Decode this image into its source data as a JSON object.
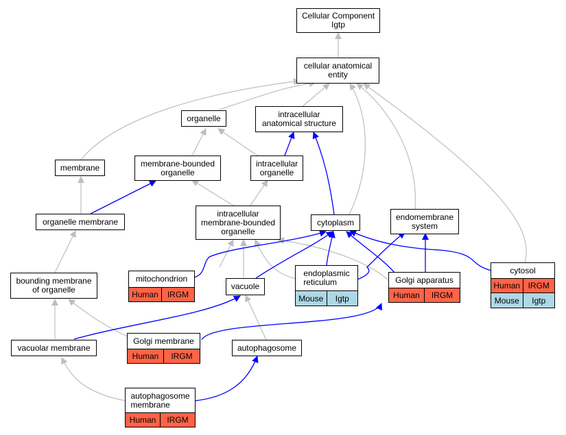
{
  "nodes": {
    "root": "Cellular Component\nIgtp",
    "cae": "cellular anatomical\nentity",
    "organelle": "organelle",
    "ias": "intracellular\nanatomical structure",
    "membrane": "membrane",
    "mbo": "membrane-bounded\norganelle",
    "io": "intracellular\norganelle",
    "om": "organelle membrane",
    "imbo": "intracellular\nmembrane-bounded\norganelle",
    "cytoplasm": "cytoplasm",
    "endo": "endomembrane\nsystem",
    "bmo": "bounding membrane\nof organelle",
    "vacuole": "vacuole",
    "vm": "vacuolar membrane",
    "autophagosome": "autophagosome"
  },
  "tables": {
    "mito": {
      "title": "mitochondrion",
      "rows": [
        [
          "Human",
          "IRGM"
        ]
      ]
    },
    "er": {
      "title": "endoplasmic\nreticulum",
      "rows": [
        [
          "Mouse",
          "Igtp"
        ]
      ]
    },
    "golgi": {
      "title": "Golgi apparatus",
      "rows": [
        [
          "Human",
          "IRGM"
        ]
      ]
    },
    "cytosol": {
      "title": "cytosol",
      "rows": [
        [
          "Human",
          "IRGM"
        ],
        [
          "Mouse",
          "Igtp"
        ]
      ]
    },
    "gm": {
      "title": "Golgi membrane",
      "rows": [
        [
          "Human",
          "IRGM"
        ]
      ]
    },
    "apm": {
      "title": "autophagosome\nmembrane",
      "rows": [
        [
          "Human",
          "IRGM"
        ]
      ]
    }
  },
  "colors": {
    "human": "#ff6347",
    "mouse": "#add8e6",
    "is_a_edge": "#bebebe",
    "part_of_edge": "#0000ff"
  }
}
